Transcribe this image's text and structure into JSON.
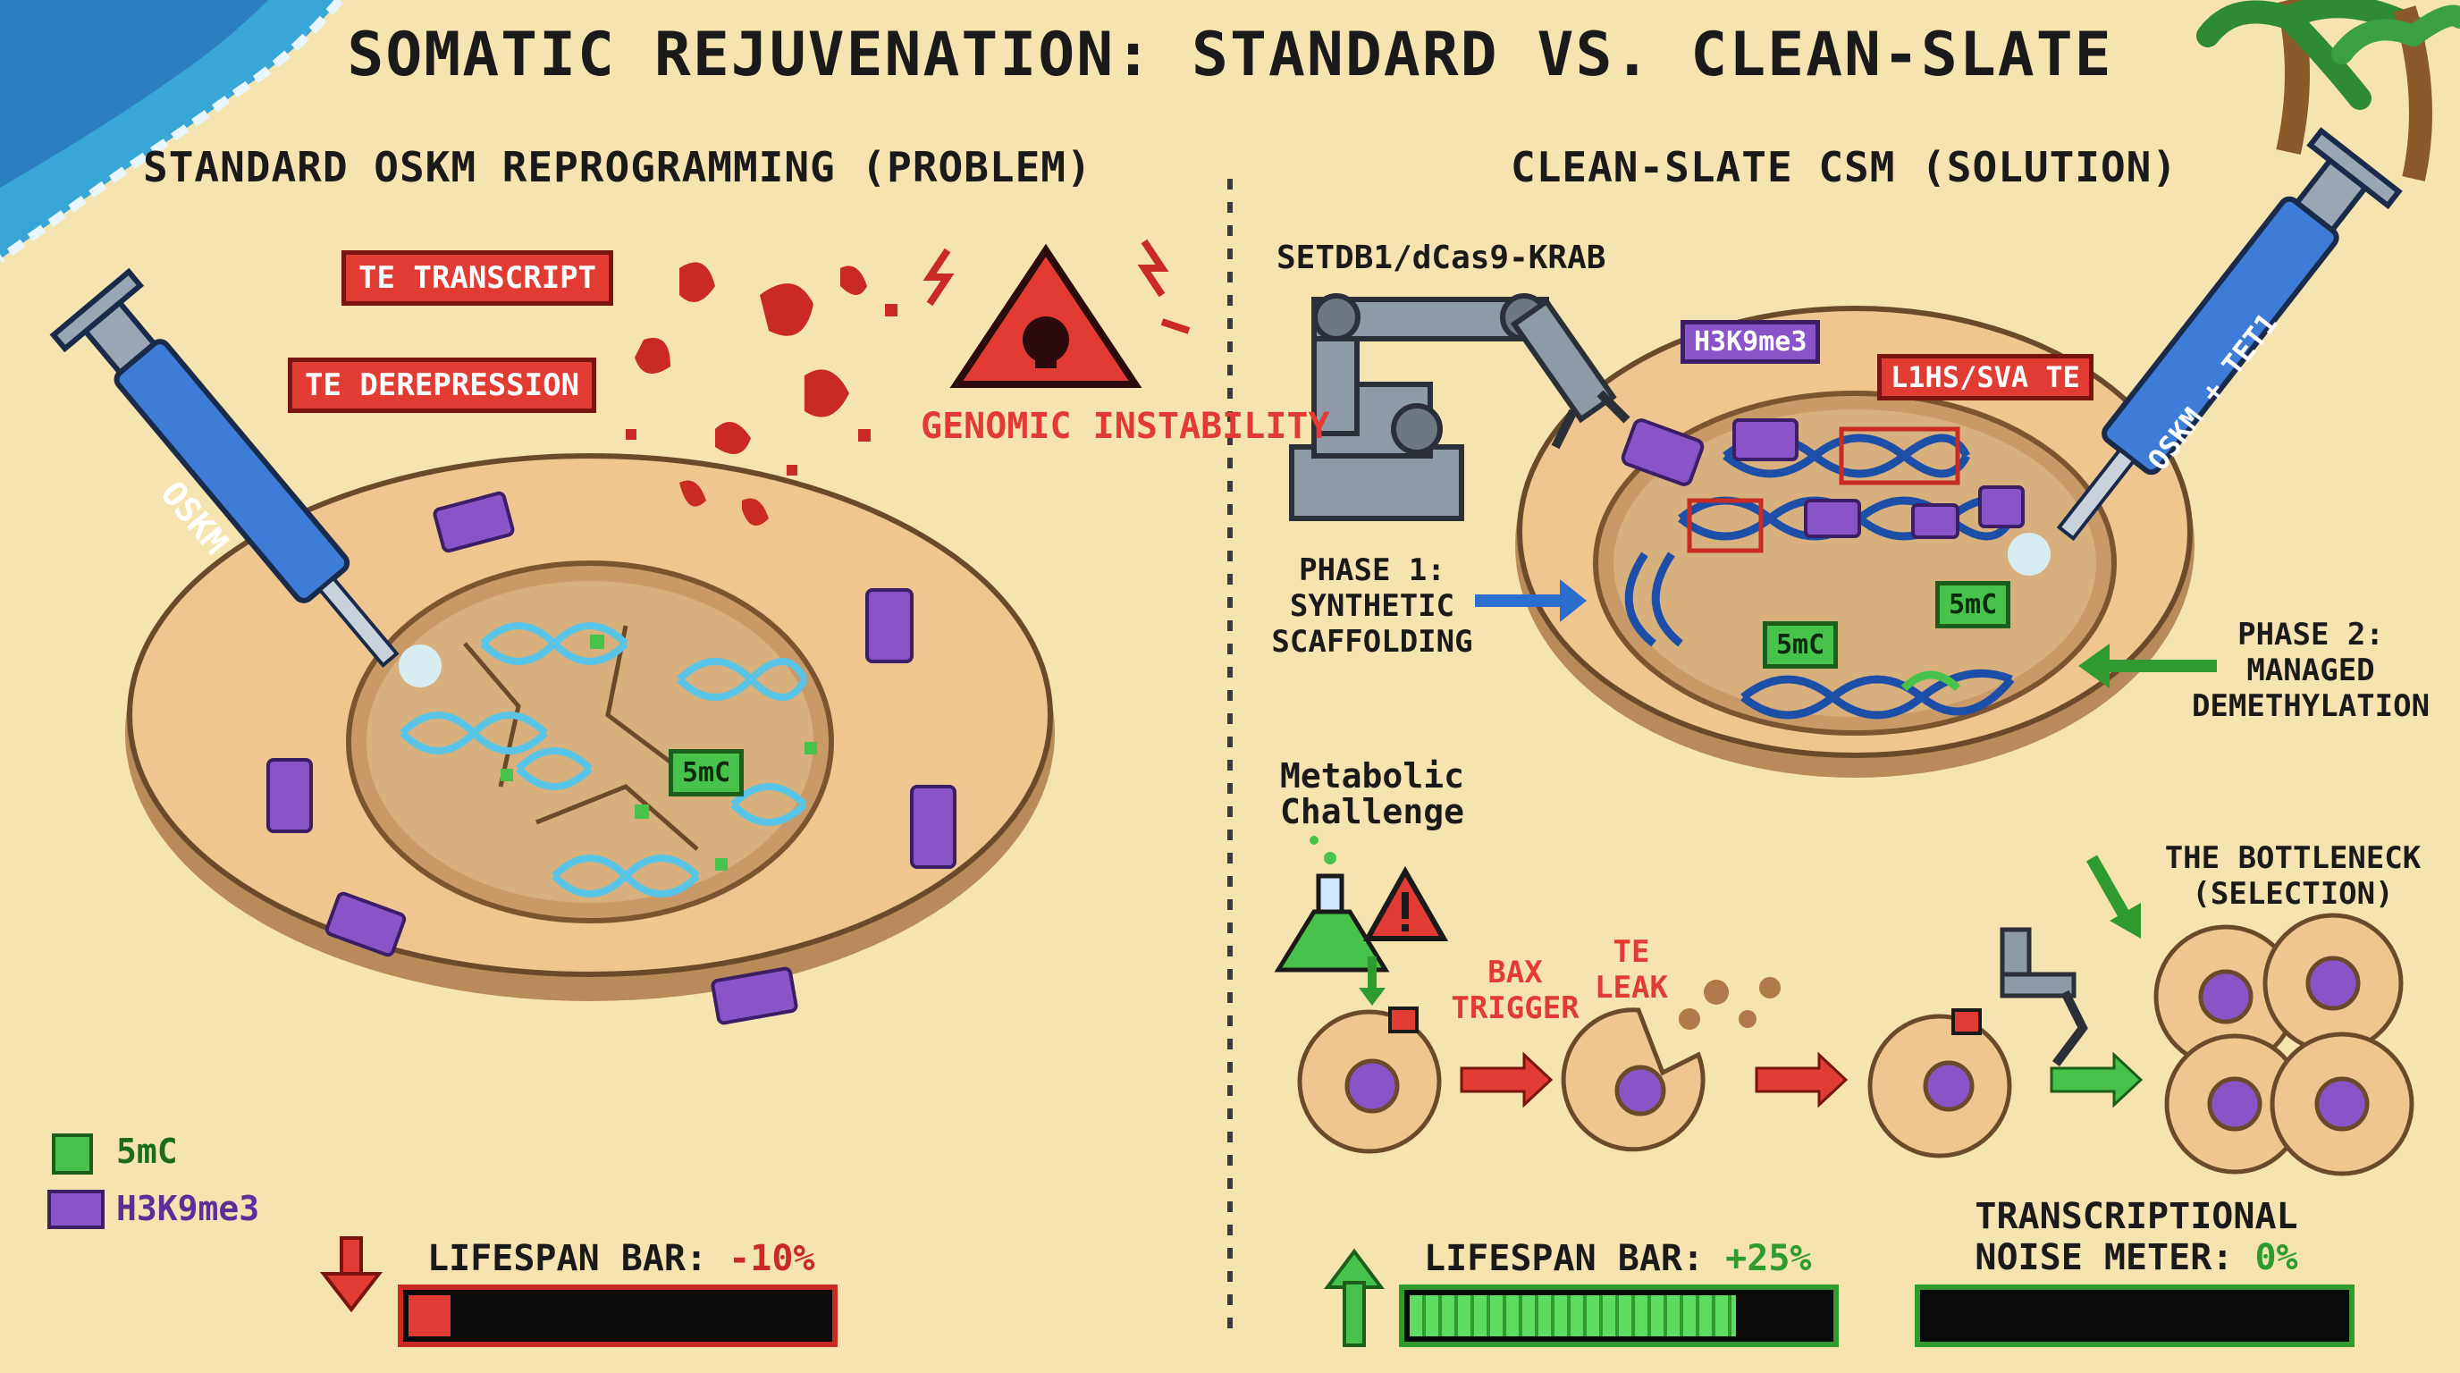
{
  "title": "SOMATIC REJUVENATION: STANDARD VS. CLEAN-SLATE",
  "left": {
    "heading": "STANDARD OSKM REPROGRAMMING (PROBLEM)",
    "syringe_label": "OSKM",
    "callout_transcript": "TE TRANSCRIPT",
    "callout_derepression": "TE DEREPRESSION",
    "warning_text": "GENOMIC INSTABILITY",
    "tag_5mc": "5mC",
    "legend": [
      {
        "label": "5mC",
        "color": "#47c24a"
      },
      {
        "label": "H3K9me3",
        "color": "#8a54c8"
      }
    ],
    "lifespan_label": "LIFESPAN BAR: ",
    "lifespan_value": "-10%",
    "lifespan_fraction": 0.1
  },
  "right": {
    "heading": "CLEAN-SLATE CSM (SOLUTION)",
    "robot_label": "SETDB1/dCas9-KRAB",
    "tag_h3k9": "H3K9me3",
    "tag_te": "L1HS/SVA TE",
    "syringe_label": "OSKM + TET1",
    "tag_5mc_a": "5mC",
    "tag_5mc_b": "5mC",
    "phase1": "PHASE 1:\nSYNTHETIC\nSCAFFOLDING",
    "phase2": "PHASE 2:\nMANAGED\nDEMETHYLATION",
    "metabolic": "Metabolic\nChallenge",
    "bax": "BAX\nTRIGGER",
    "te_leak": "TE\nLEAK",
    "bottleneck": "THE BOTTLENECK\n(SELECTION)",
    "lifespan_label": "LIFESPAN BAR: ",
    "lifespan_value": "+25%",
    "lifespan_fraction": 0.78,
    "noise_label": "TRANSCRIPTIONAL\nNOISE METER: ",
    "noise_value": "0%",
    "noise_fraction": 0
  },
  "colors": {
    "sand": "#f6e4b0",
    "cell": "#efc690",
    "red": "#e23b34",
    "green": "#47c24a",
    "purple": "#8a54c8",
    "dna_blue": "#1d4fa8",
    "dna_cyan": "#58c4e6"
  }
}
